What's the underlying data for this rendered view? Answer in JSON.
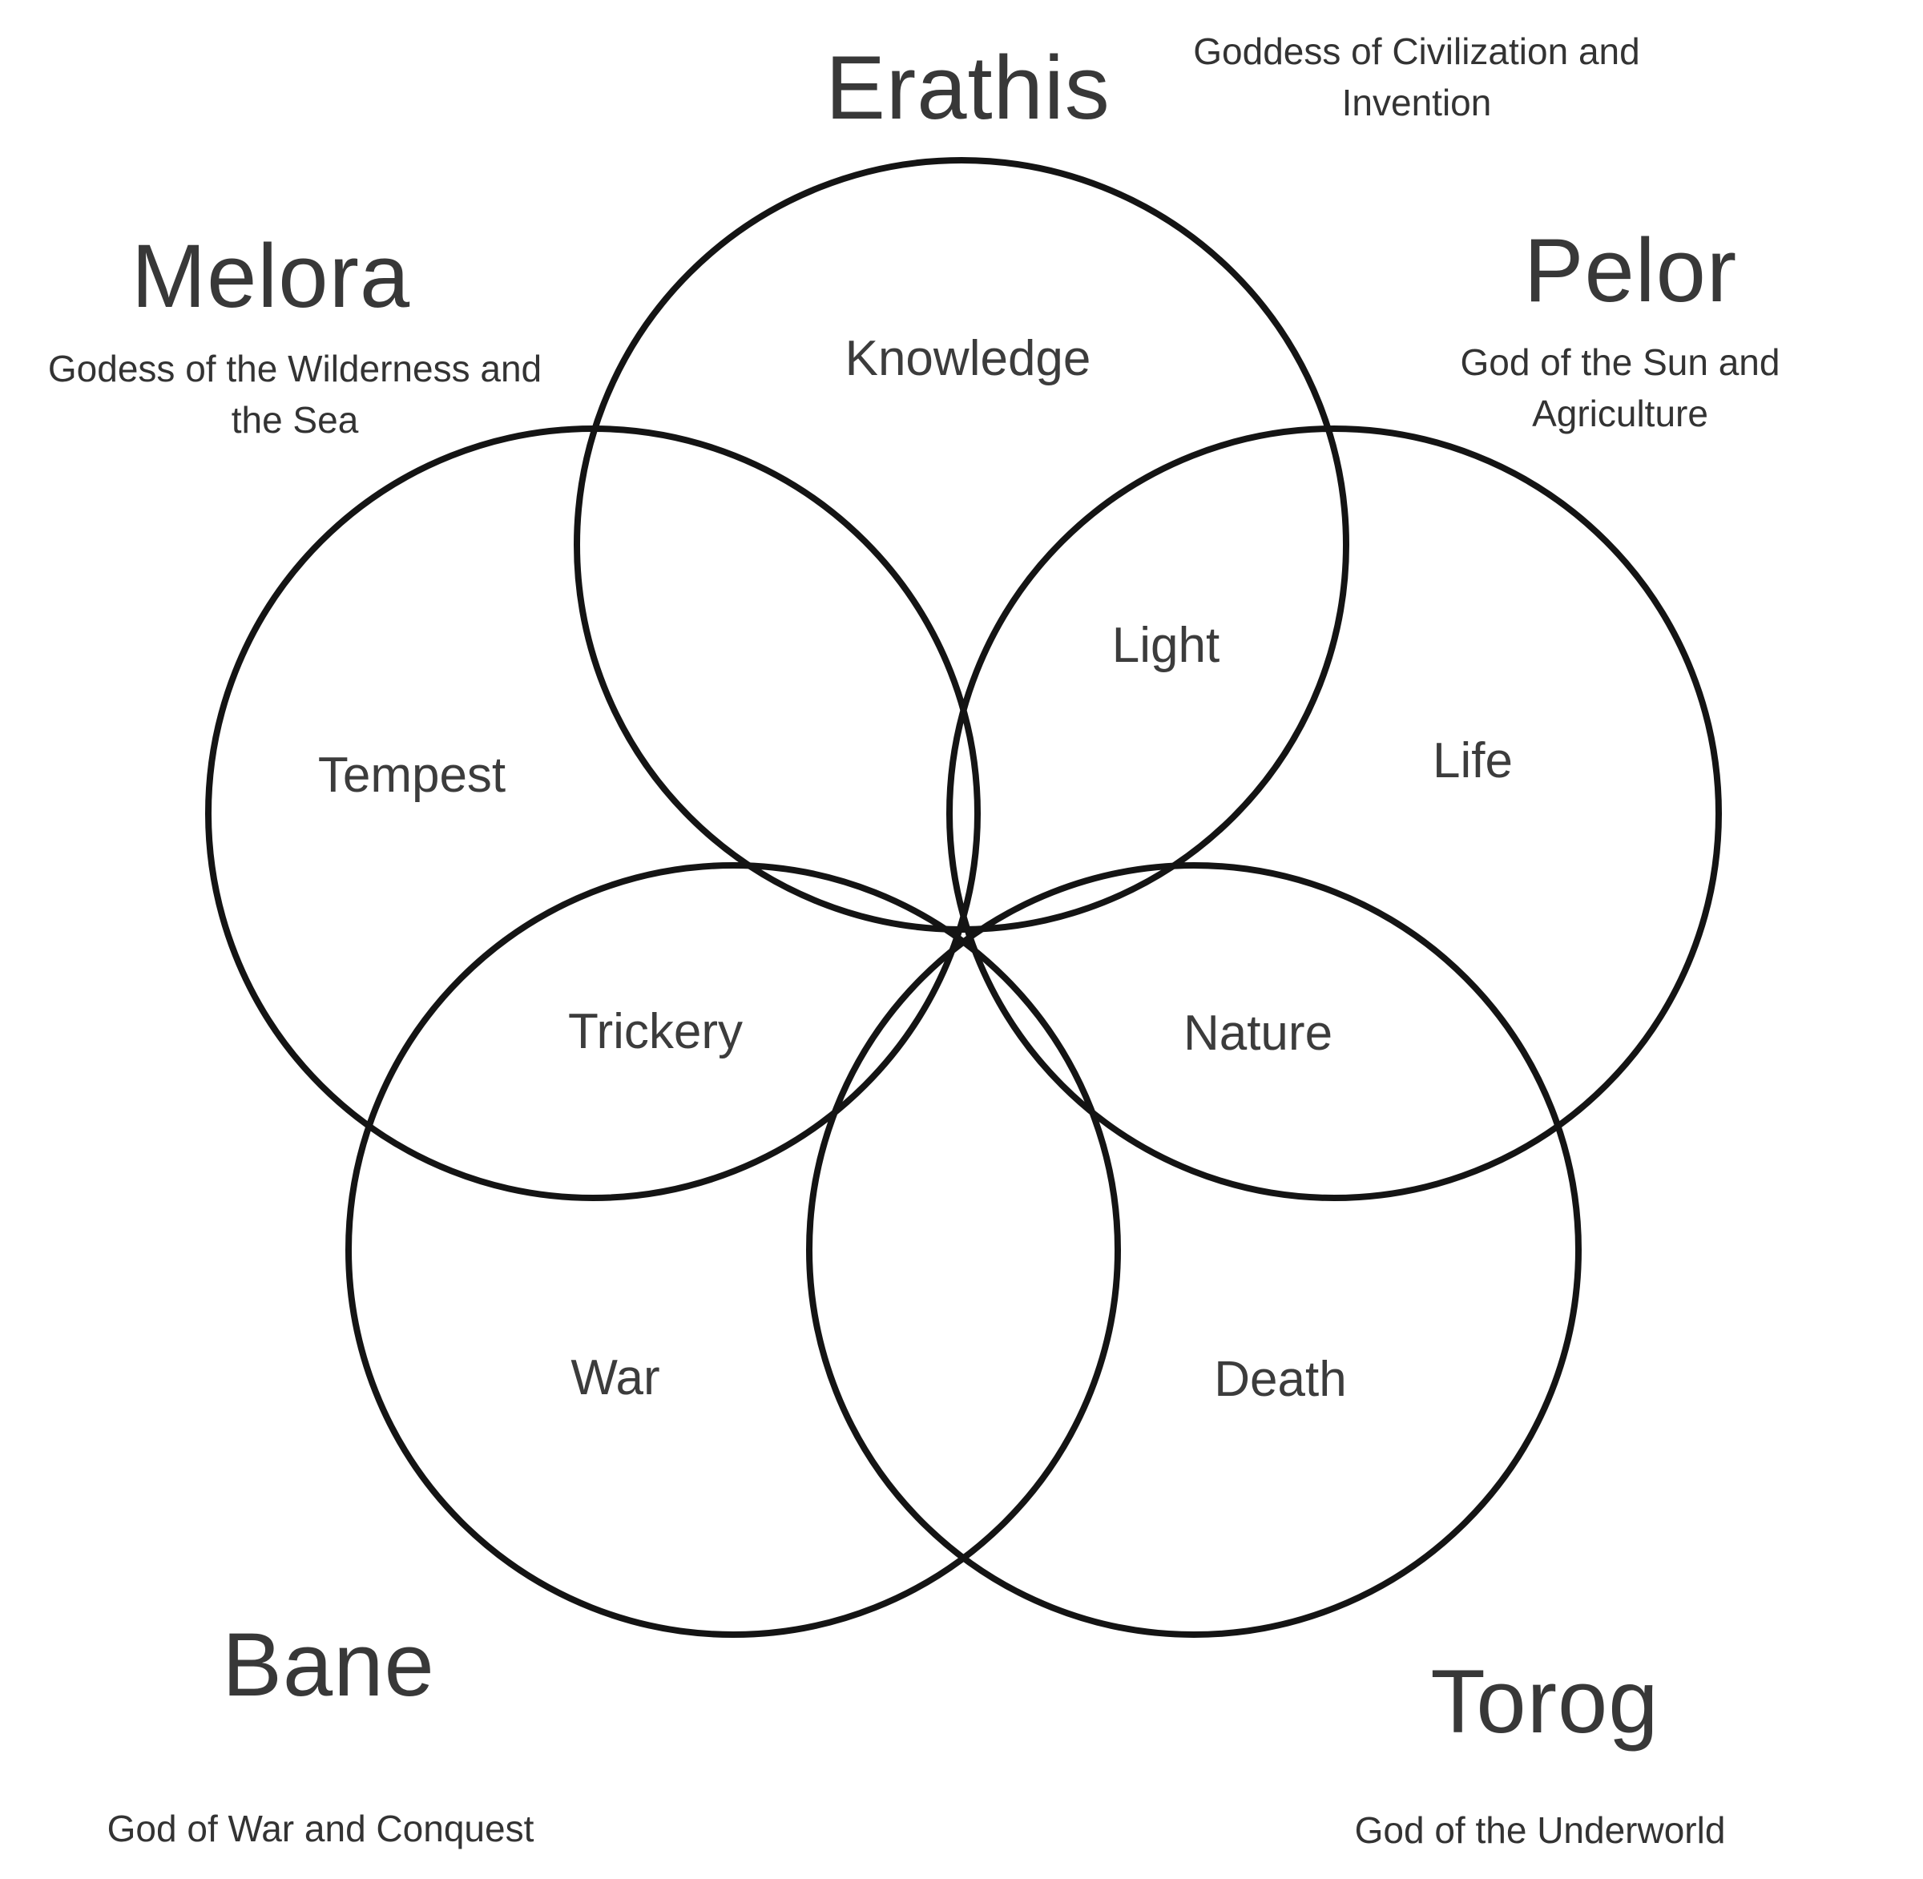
{
  "diagram": {
    "type": "venn",
    "subject": "Gods and their divine domains",
    "colors": {
      "background": "#ffffff",
      "circle_stroke": "#141414",
      "text": "#3a3a3a"
    },
    "gods": [
      {
        "name": "Erathis",
        "subtitle": "Goddess of Civilization and Invention",
        "position": "top"
      },
      {
        "name": "Melora",
        "subtitle": "Godess of the Wilderness and the Sea",
        "position": "upper-left"
      },
      {
        "name": "Pelor",
        "subtitle": "God of the Sun and Agriculture",
        "position": "upper-right"
      },
      {
        "name": "Bane",
        "subtitle": "God of War and Conquest",
        "position": "lower-left"
      },
      {
        "name": "Torog",
        "subtitle": "God of the Underworld",
        "position": "lower-right"
      }
    ],
    "domains": [
      {
        "label": "Knowledge",
        "within": [
          "Erathis"
        ]
      },
      {
        "label": "Light",
        "within": [
          "Erathis",
          "Pelor"
        ]
      },
      {
        "label": "Tempest",
        "within": [
          "Melora"
        ]
      },
      {
        "label": "Life",
        "within": [
          "Pelor"
        ]
      },
      {
        "label": "Trickery",
        "within": [
          "Melora",
          "Bane"
        ]
      },
      {
        "label": "Nature",
        "within": [
          "Pelor",
          "Torog"
        ]
      },
      {
        "label": "War",
        "within": [
          "Bane"
        ]
      },
      {
        "label": "Death",
        "within": [
          "Torog"
        ]
      }
    ]
  }
}
